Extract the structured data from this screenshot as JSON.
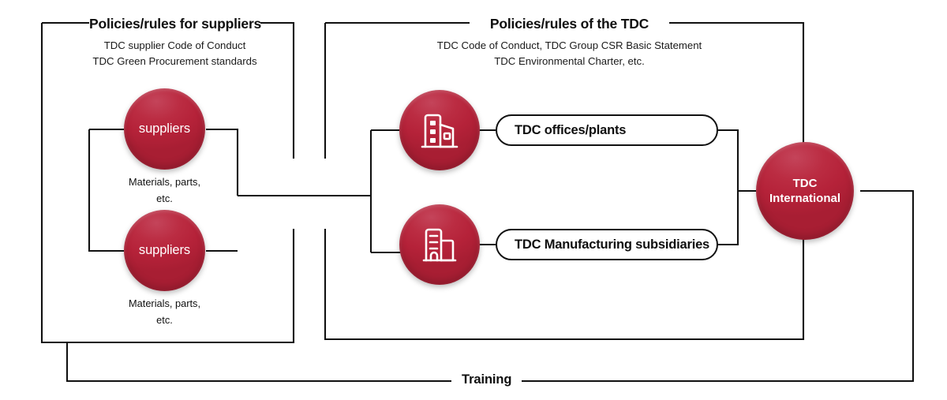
{
  "diagram": {
    "title_left": "Policies/rules for suppliers",
    "title_right": "Policies/rules of the TDC",
    "left_sub_line1": "TDC supplier Code of Conduct",
    "left_sub_line2": "TDC Green Procurement standards",
    "right_sub_line1": "TDC  Code of Conduct, TDC Group CSR Basic Statement",
    "right_sub_line2": "TDC Environmental Charter, etc.",
    "supplier_1": "suppliers",
    "supplier_2": "suppliers",
    "supplier_1_caption_line1": "Materials, parts,",
    "supplier_1_caption_line2": "etc.",
    "supplier_2_caption_line1": "Materials, parts,",
    "supplier_2_caption_line2": "etc.",
    "node_offices": "TDC offices/plants",
    "node_subsidiaries": "TDC  Manufacturing subsidiaries",
    "node_international_line1": "TDC",
    "node_international_line2": "International",
    "training_label": "Training",
    "icon_offices": "office-building-icon",
    "icon_subsidiaries": "factory-building-icon",
    "colors": {
      "brand_red": "#b52239",
      "line": "#111111",
      "text": "#0f0f0f",
      "background": "#ffffff"
    }
  }
}
